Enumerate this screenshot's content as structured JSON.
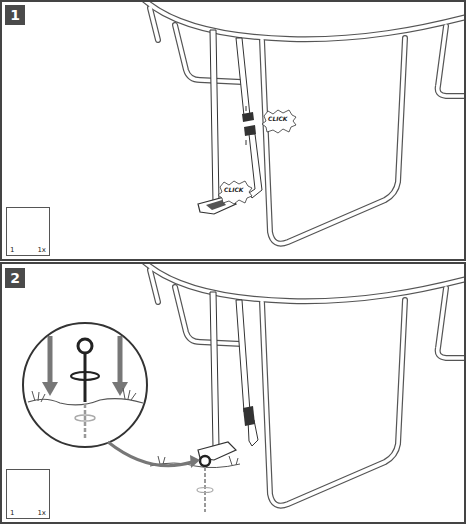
{
  "diagram": {
    "nodes": [
      {
        "text": [
          "1"
        ]
      },
      {
        "text": [
          "1",
          "1x"
        ]
      },
      {
        "text": [
          "2"
        ]
      },
      {
        "text": [
          "1",
          "1x"
        ]
      }
    ],
    "labels": [
      "CLICK",
      "CLICK"
    ]
  }
}
